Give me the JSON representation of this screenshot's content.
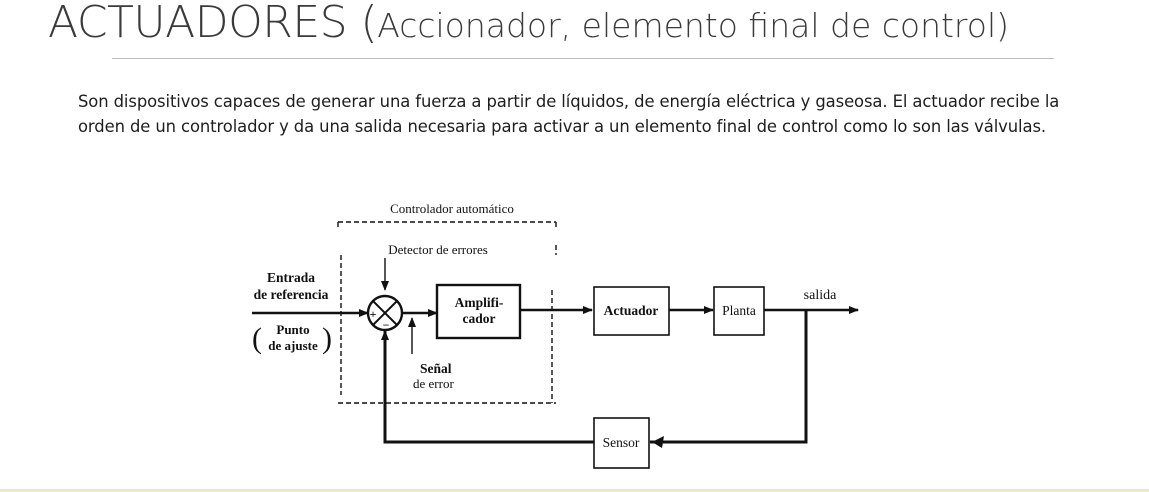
{
  "slide": {
    "title_main": "ACTUADORES (",
    "title_sub": "Accionador, elemento final de control)",
    "paragraph": "Son dispositivos capaces de generar una fuerza a partir de líquidos, de energía eléctrica y gaseosa. El actuador recibe la orden de un controlador y da una salida necesaria para activar a un elemento final de control como lo son las válvulas."
  },
  "diagram": {
    "controller_label": "Controlador  automático",
    "error_detector_label": "Detector  de  errores",
    "input_label_1": "Entrada",
    "input_label_2": "de referencia",
    "setpoint_label_1": "Punto",
    "setpoint_label_2": "de ajuste",
    "open_paren": "(",
    "close_paren": ")",
    "plus_sign": "+",
    "minus_sign": "−",
    "amplifier_label_1": "Amplifi-",
    "amplifier_label_2": "cador",
    "error_signal_label_1": "Señal",
    "error_signal_label_2": "de  error",
    "actuator_label": "Actuador",
    "plant_label": "Planta",
    "output_label": "salida",
    "sensor_label": "Sensor"
  },
  "colors": {
    "title": "#3a3a3a",
    "text": "#1e1e1e",
    "diagram_ink": "#111111",
    "bottom_rule": "#ece8c8"
  }
}
